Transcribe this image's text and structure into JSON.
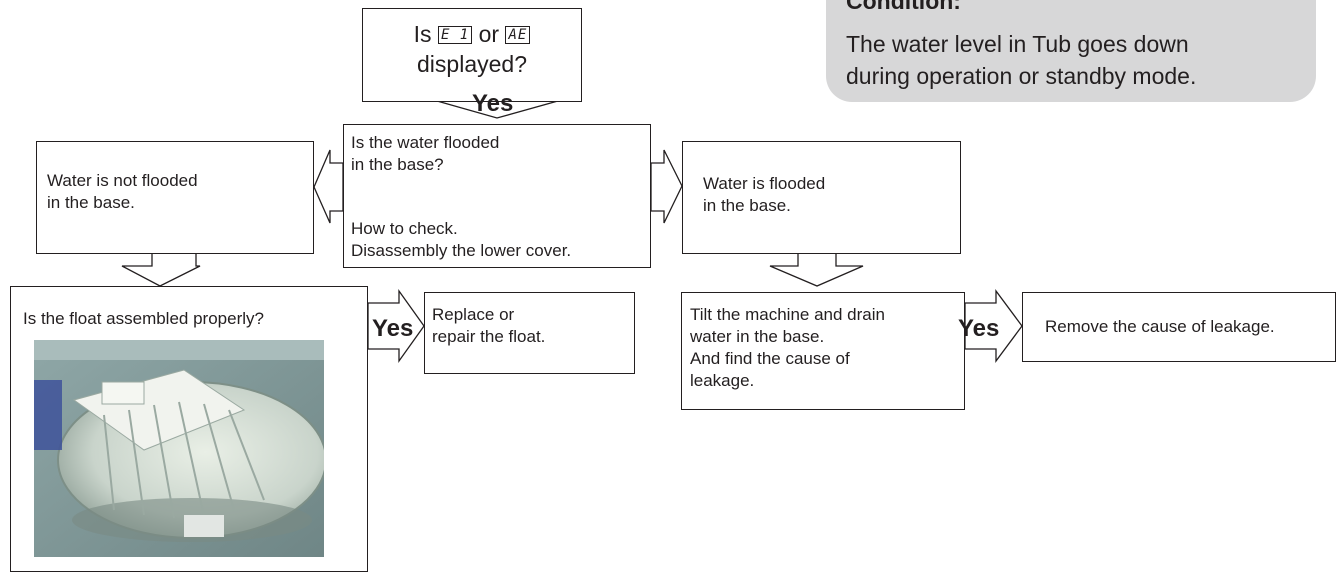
{
  "condition": {
    "title": "Condition:",
    "line1": "The water level in Tub goes down",
    "line2": "during operation or standby mode."
  },
  "q1": {
    "prefix": "Is",
    "code1": "E 1",
    "mid": "or",
    "code2": "AE",
    "line2": "displayed?",
    "yes": "Yes"
  },
  "q2": {
    "line1": "Is the water flooded",
    "line2": "in the base?",
    "line3": "How to check.",
    "line4": "Disassembly the lower cover."
  },
  "not_flooded": {
    "line1": "Water is not flooded",
    "line2": "in the base."
  },
  "flooded": {
    "line1": "Water is flooded",
    "line2": "in the base."
  },
  "float": {
    "question": "Is the float assembled properly?",
    "yes": "Yes",
    "photo_alt": "float assembly photo"
  },
  "replace": {
    "line1": "Replace or",
    "line2": "repair the float."
  },
  "tilt": {
    "line1": "Tilt the machine and drain",
    "line2": "water in the base.",
    "line3": "And find the cause of",
    "line4": "leakage.",
    "yes": "Yes"
  },
  "remove": {
    "text": "Remove the cause of leakage."
  },
  "colors": {
    "line": "#231f20",
    "condition_bg": "#d7d7d8"
  }
}
